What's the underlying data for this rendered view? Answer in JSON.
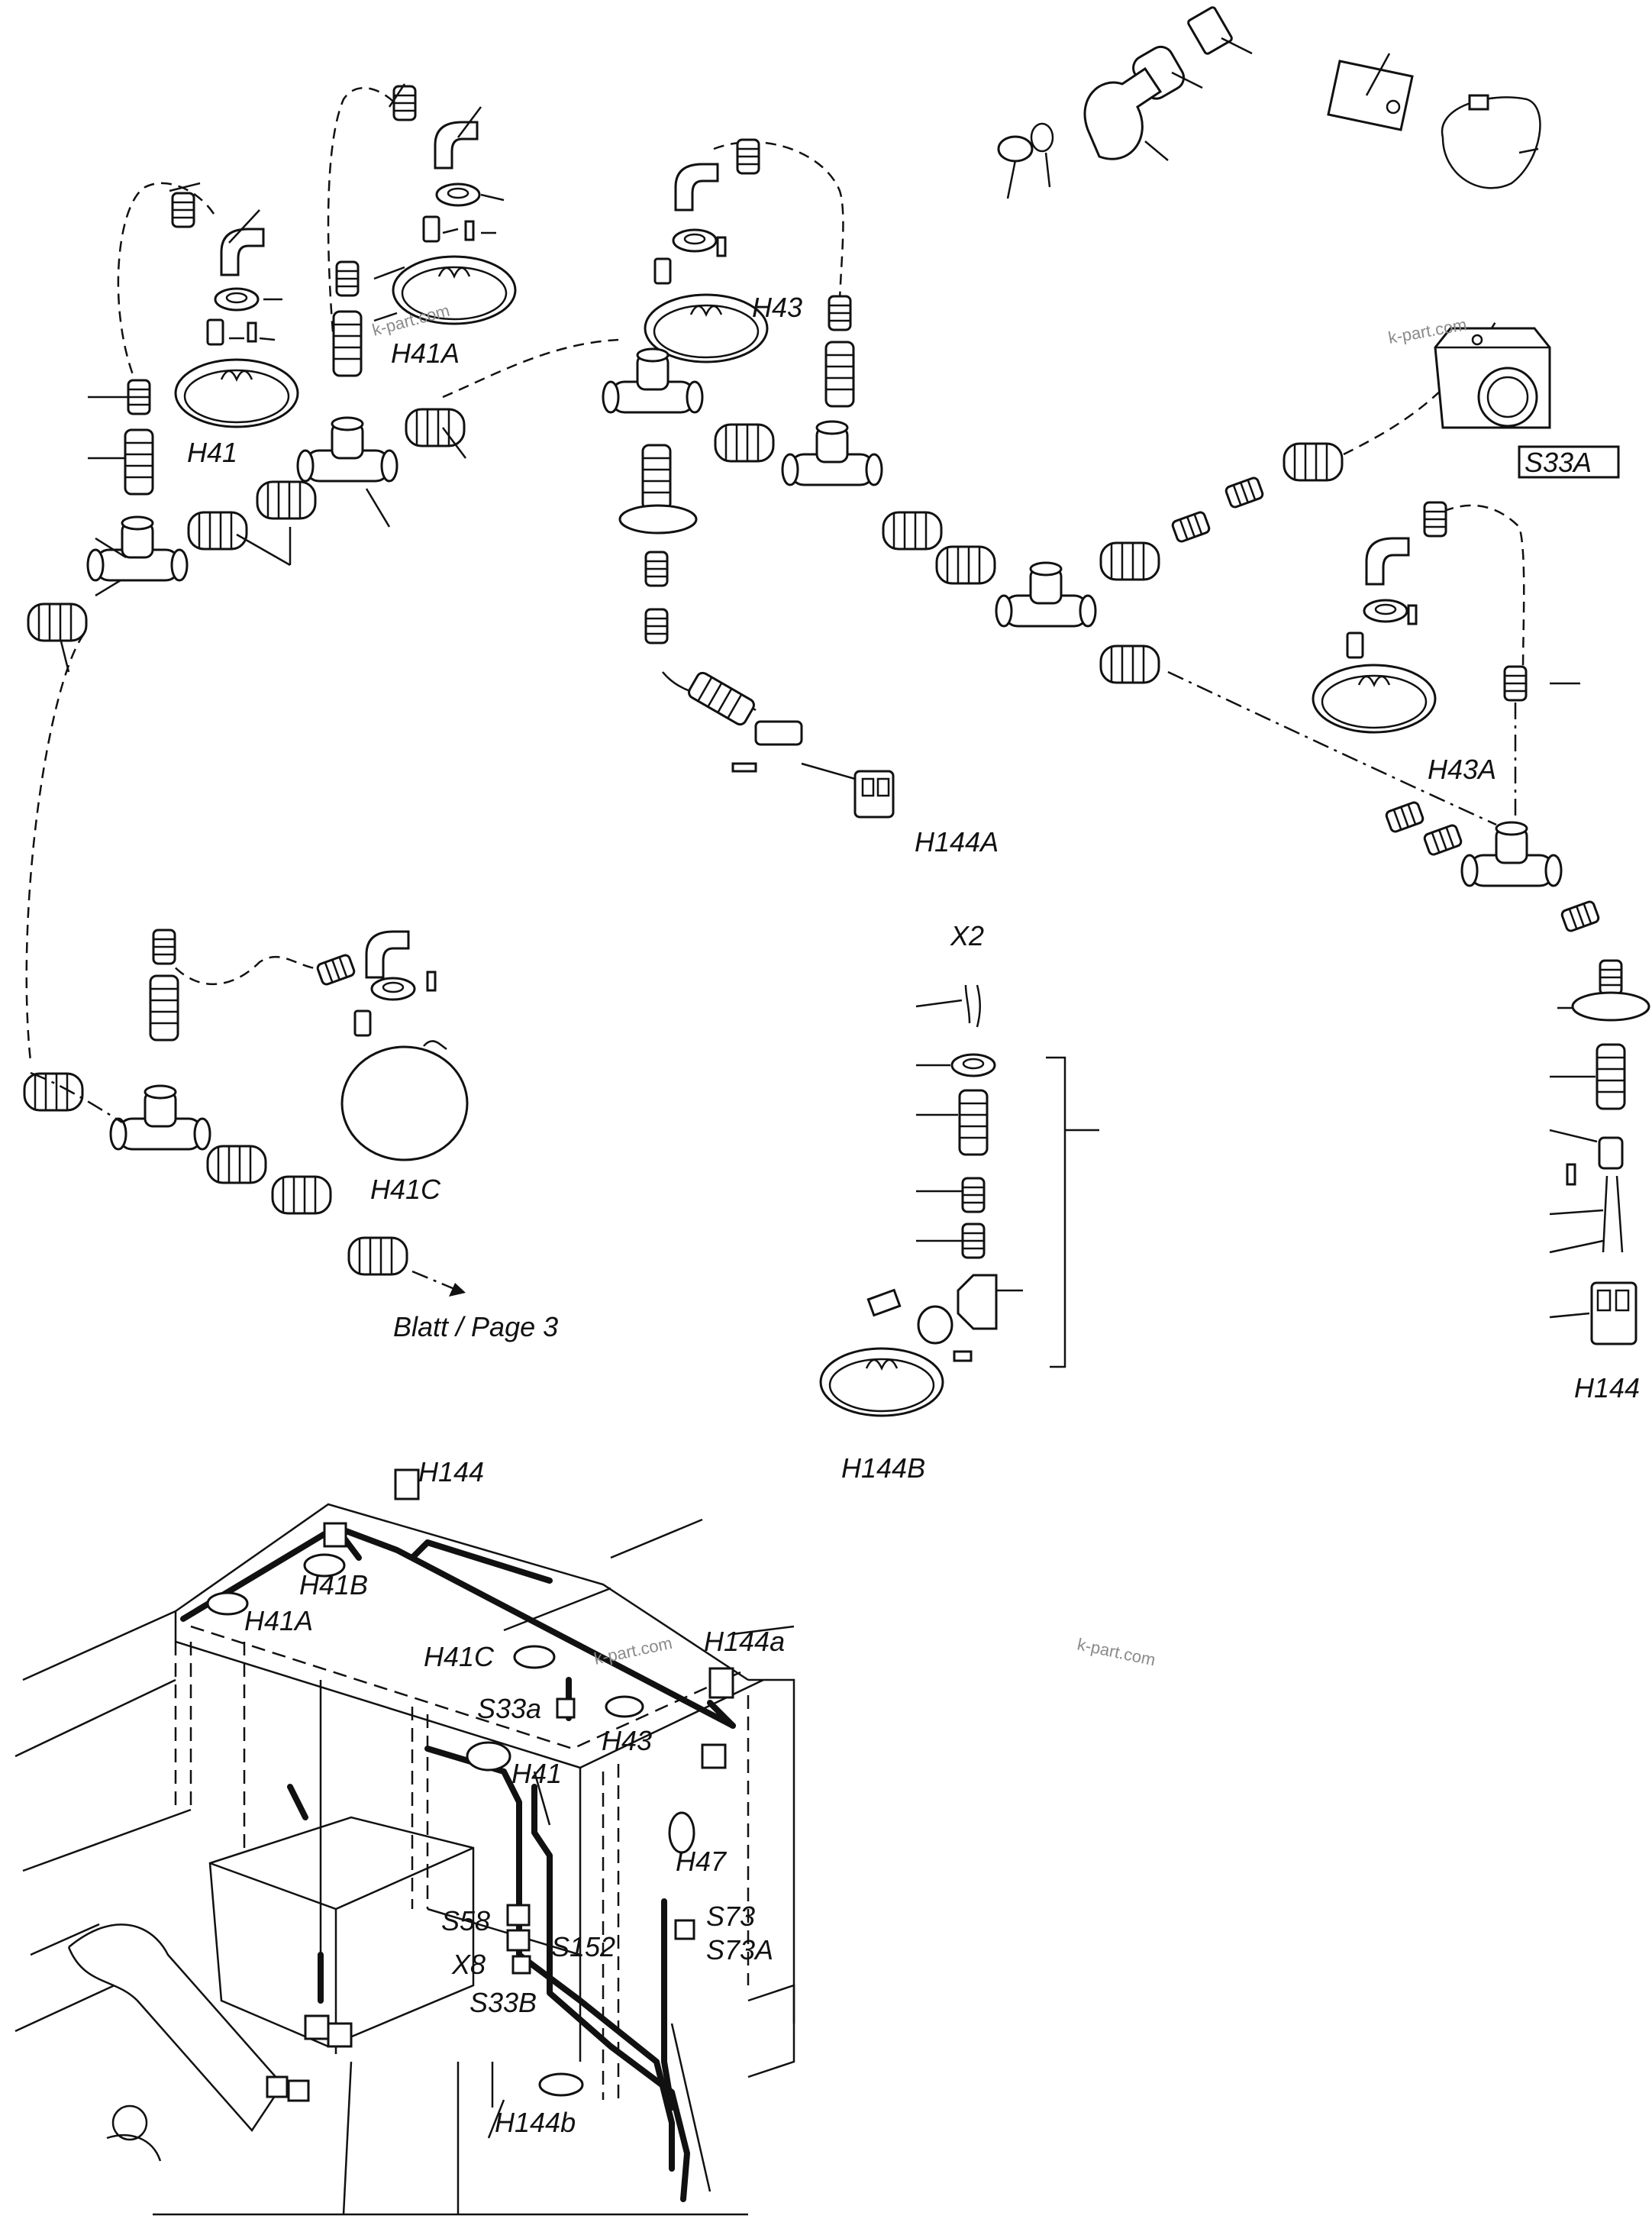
{
  "labels": {
    "h41": "H41",
    "h41a": "H41A",
    "h41c": "H41C",
    "h43": "H43",
    "h43a": "H43A",
    "h144a": "H144A",
    "h144": "H144",
    "h144b": "H144B",
    "x2": "X2",
    "s33a_box": "S33A",
    "page_ref": "Blatt / Page 3"
  },
  "assembly_labels": {
    "h144": "H144",
    "h41b": "H41B",
    "h41a": "H41A",
    "h41c": "H41C",
    "h144a": "H144a",
    "s33a": "S33a",
    "h43": "H43",
    "h41": "H41",
    "h47": "H47",
    "s58": "S58",
    "s152": "S152",
    "x8": "X8",
    "s73": "S73",
    "s73a": "S73A",
    "s33b": "S33B",
    "h144b": "H144b"
  },
  "watermarks": [
    "k-part.com",
    "k-part.com",
    "k-part.com",
    "k-part.com"
  ],
  "icons": {
    "lamp": "oval-lamp-icon",
    "switch_box": "switch-box-icon",
    "connector": "plug-connector-icon",
    "arrow": "arrow-right-icon"
  }
}
